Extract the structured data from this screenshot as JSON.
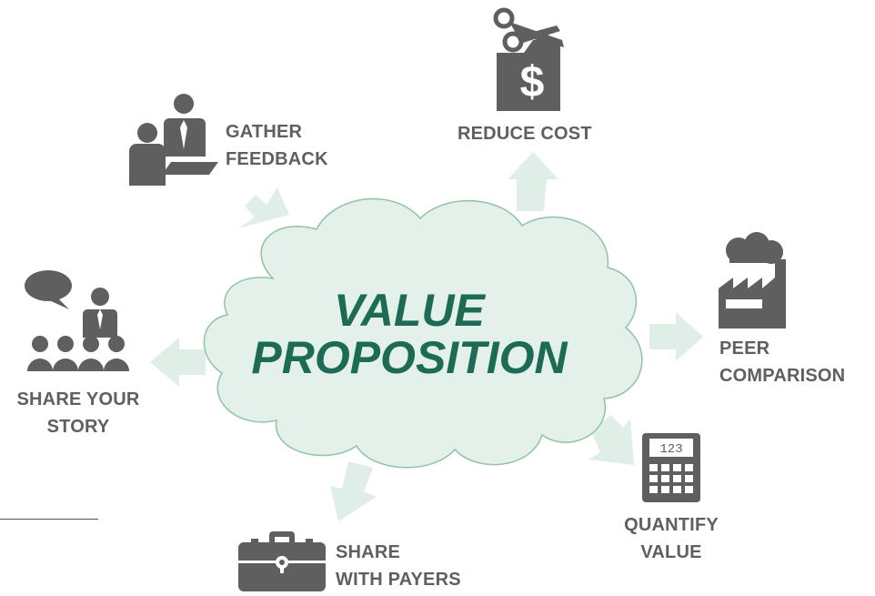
{
  "center": {
    "line1": "VALUE",
    "line2": "PROPOSITION"
  },
  "nodes": {
    "gather_feedback": {
      "line1": "GATHER",
      "line2": "FEEDBACK",
      "icon": "meeting-icon"
    },
    "reduce_cost": {
      "label": "REDUCE COST",
      "icon": "scissors-dollar-icon"
    },
    "peer_comparison": {
      "line1": "PEER",
      "line2": "COMPARISON",
      "icon": "factory-icon"
    },
    "quantify_value": {
      "line1": "QUANTIFY",
      "line2": "VALUE",
      "icon": "calculator-icon"
    },
    "calculator_display": "123",
    "share_with_payers": {
      "line1": "SHARE",
      "line2": "WITH PAYERS",
      "icon": "briefcase-icon"
    },
    "share_your_story": {
      "line1": "SHARE YOUR",
      "line2": "STORY",
      "icon": "presenter-audience-icon"
    }
  },
  "colors": {
    "cloud_fill": "#e3f1ea",
    "cloud_stroke": "#8fc3a4",
    "arrow": "#dfeee6",
    "icon": "#5f5f5f",
    "title": "#1d6a55"
  }
}
